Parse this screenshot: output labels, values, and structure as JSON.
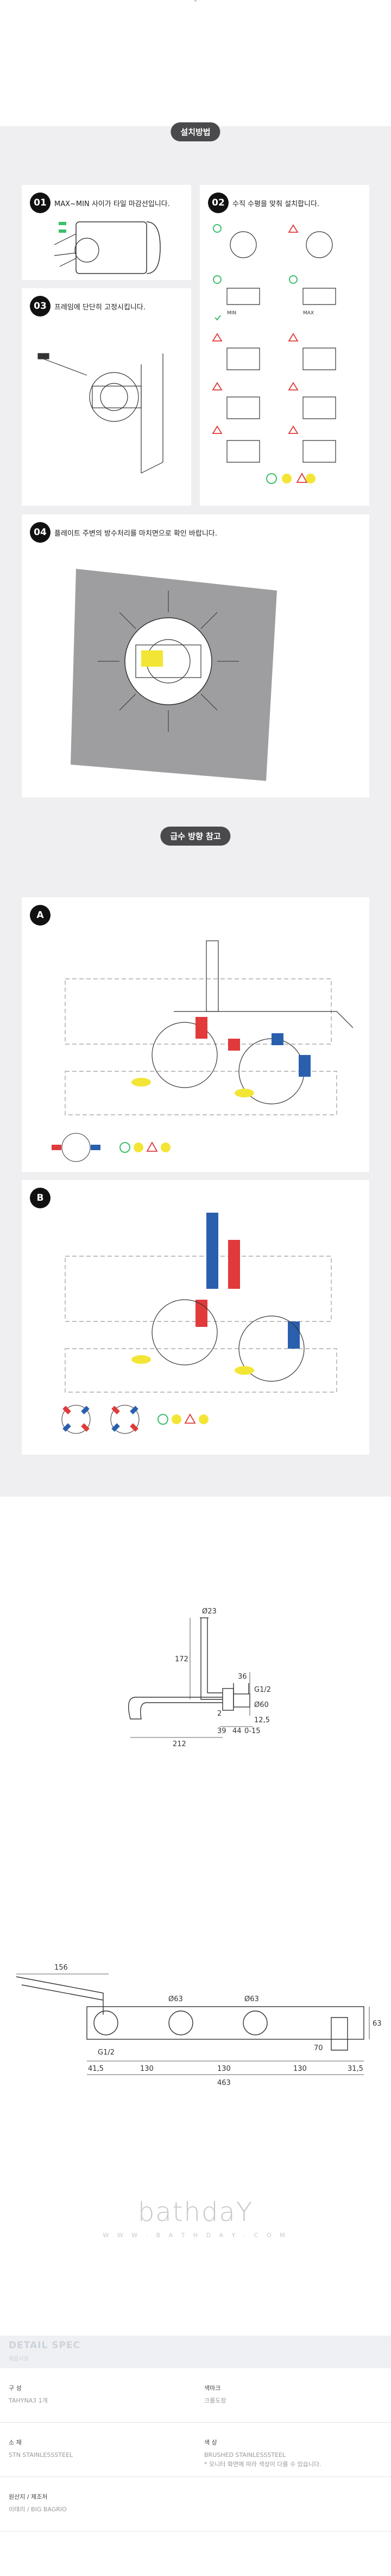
{
  "install": {
    "heading": "설치방법",
    "steps": [
      {
        "num": "01",
        "text": "MAX~MIN 사이가 타일 마감선입니다."
      },
      {
        "num": "02",
        "text": "수직 수평을 맞춰 설치합니다."
      },
      {
        "num": "03",
        "text": "프레임에 단단히 고정시킵니다."
      },
      {
        "num": "04",
        "text": "플레이트 주변의 방수처리를 마치면으로 확인 바랍니다."
      }
    ],
    "min_label": "MIN",
    "max_label": "MAX"
  },
  "water": {
    "heading": "급수 방향 참고",
    "sections": [
      {
        "label": "A"
      },
      {
        "label": "B"
      }
    ]
  },
  "dimensions": {
    "side": [
      "Ø23",
      "172",
      "36",
      "G1/2",
      "Ø60",
      "12,5",
      "0-15",
      "2",
      "39",
      "44",
      "212"
    ],
    "front": [
      "156",
      "Ø63",
      "Ø63",
      "G1/2",
      "70",
      "63",
      "41,5",
      "130",
      "130",
      "130",
      "31,5",
      "463"
    ]
  },
  "brand": {
    "name": "bathdaY",
    "url": "W W W . B A T H D A Y . C O M"
  },
  "spec": {
    "title": "DETAIL SPEC",
    "subtitle": "제품사양",
    "rows": [
      [
        {
          "label": "구 성",
          "value": "TAHYNA3 1개"
        },
        {
          "label": "색마크",
          "value": "크롬도장"
        }
      ],
      [
        {
          "label": "소 재",
          "value": "STN STAINLESSSTEEL"
        },
        {
          "label": "색 상",
          "value": "BRUSHED STAINLESSSTEEL\n* 모니터 화면에 따라 색상이 다를 수 있습니다."
        }
      ],
      [
        {
          "label": "원산지 / 제조처",
          "value": "이태리 / BIG BAGRIO"
        },
        {
          "label": "",
          "value": ""
        }
      ]
    ]
  }
}
